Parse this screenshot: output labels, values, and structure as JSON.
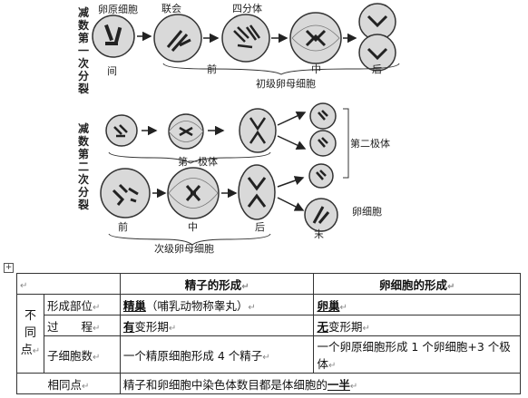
{
  "diagram": {
    "meiosis1_label": "减数第一次分裂",
    "meiosis2_label": "减数第二次分裂",
    "top_labels": [
      "卵原细胞",
      "联会",
      "四分体"
    ],
    "phase_labels_1": [
      "间",
      "前",
      "中",
      "后"
    ],
    "primary_oocyte": "初级卵母细胞",
    "first_polar_body": "第一极体",
    "second_polar_body": "第二极体",
    "egg_cell": "卵细胞",
    "phase_labels_2": [
      "前",
      "中",
      "后",
      "末"
    ],
    "secondary_oocyte": "次级卵母细胞"
  },
  "table": {
    "header_sperm": "精子的形成",
    "header_egg": "卵细胞的形成",
    "diff_label": [
      "不",
      "同",
      "点"
    ],
    "rows": [
      {
        "label": "形成部位",
        "sperm_key": "精巢",
        "sperm_rest": "（哺乳动物称睾丸）",
        "egg_key": "卵巢",
        "egg_rest": ""
      },
      {
        "label": "过　　程",
        "sperm_key": "有",
        "sperm_rest": "变形期",
        "egg_key": "无",
        "egg_rest": "变形期"
      },
      {
        "label": "子细胞数",
        "sperm_key": "",
        "sperm_rest": "一个精原细胞形成 4 个精子",
        "egg_key": "",
        "egg_rest": "一个卵原细胞形成 1 个卵细胞+3 个极体"
      }
    ],
    "common_label": "相同点",
    "common_text_a": "精子和卵细胞中染色体数目都是体细胞的",
    "common_text_key": "一半"
  },
  "icons": [
    "table-anchor-icon",
    "return-mark-icon"
  ]
}
